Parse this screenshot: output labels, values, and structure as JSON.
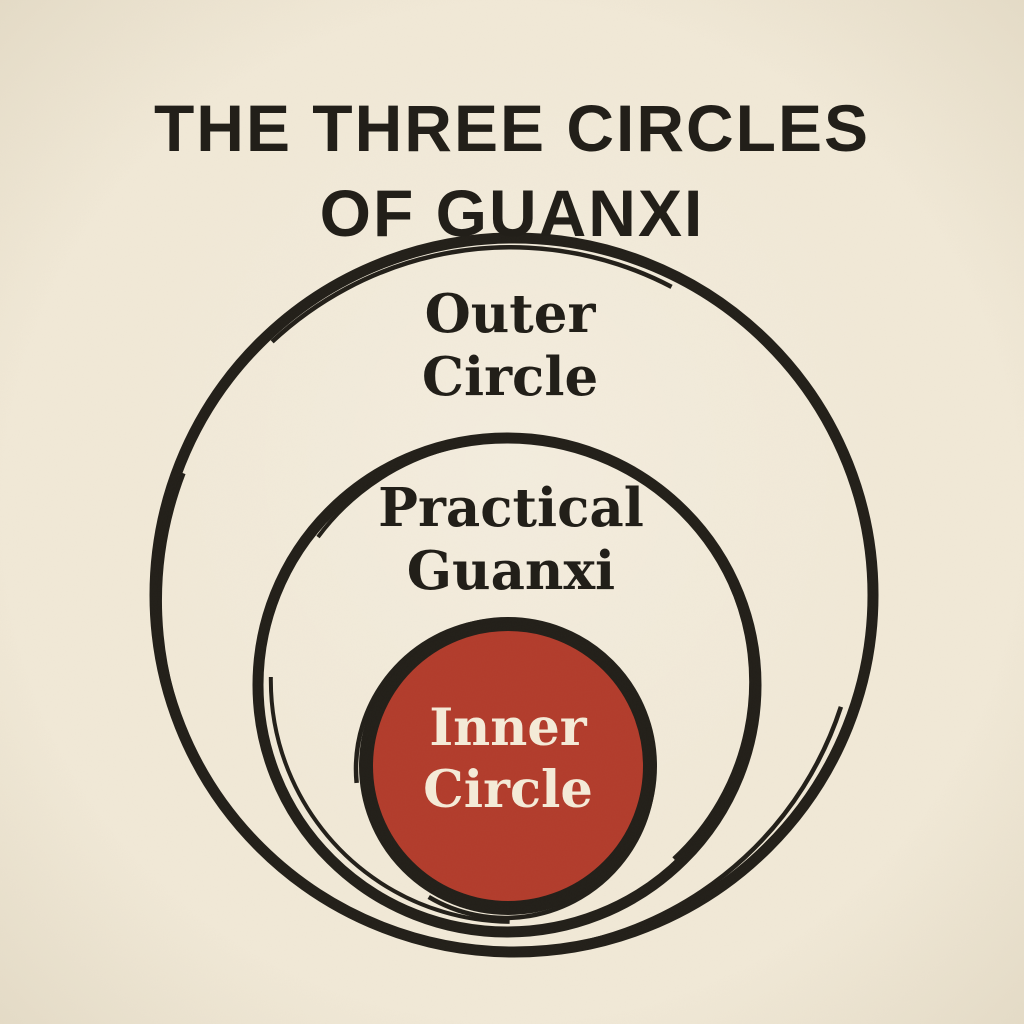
{
  "title": {
    "line1": "THE THREE CIRCLES",
    "line2": "OF GUANXI"
  },
  "rings": [
    {
      "name": "outer-circle",
      "label_line1": "Outer",
      "label_line2": "Circle"
    },
    {
      "name": "practical-guanxi",
      "label_line1": "Practical",
      "label_line2": "Guanxi"
    },
    {
      "name": "inner-circle",
      "label_line1": "Inner",
      "label_line2": "Circle"
    }
  ],
  "colors": {
    "paper": "#f1e9d7",
    "ink": "#221f19",
    "accent_red": "#b23c2c",
    "inner_label_text": "#f4ead7"
  }
}
